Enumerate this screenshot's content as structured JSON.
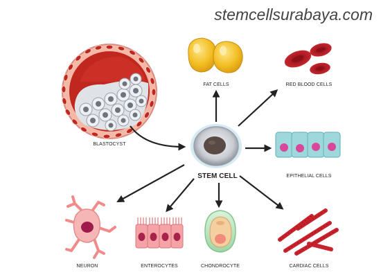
{
  "watermark": "stemcellsurabaya.com",
  "labels": {
    "blastocyst": "BLASTOCYST",
    "stem_cell": "STEM CELL",
    "fat_cells": "FAT CELLS",
    "red_blood_cells": "RED BLOOD CELLS",
    "epithelial_cells": "EPITHELIAL CELLS",
    "neuron": "NEURON",
    "enterocytes": "ENTEROCYTES",
    "chondrocyte": "CHONDROCYTE",
    "cardiac_cells": "CARDIAC CELLS"
  },
  "colors": {
    "arrow": "#222222",
    "blastocyst_red": "#c0281f",
    "fat_yellow": "#f0b71c",
    "rbc_red": "#c4202a",
    "epithelial_teal": "#9fd8dc",
    "epithelial_nucleus": "#d9479a",
    "neuron_pink": "#f7b6b6",
    "enterocyte_pink": "#f4a3a7",
    "chondrocyte_green": "#bfe8c4",
    "cardiac_red": "#c8232c",
    "stem_gray": "#8a8f96"
  }
}
